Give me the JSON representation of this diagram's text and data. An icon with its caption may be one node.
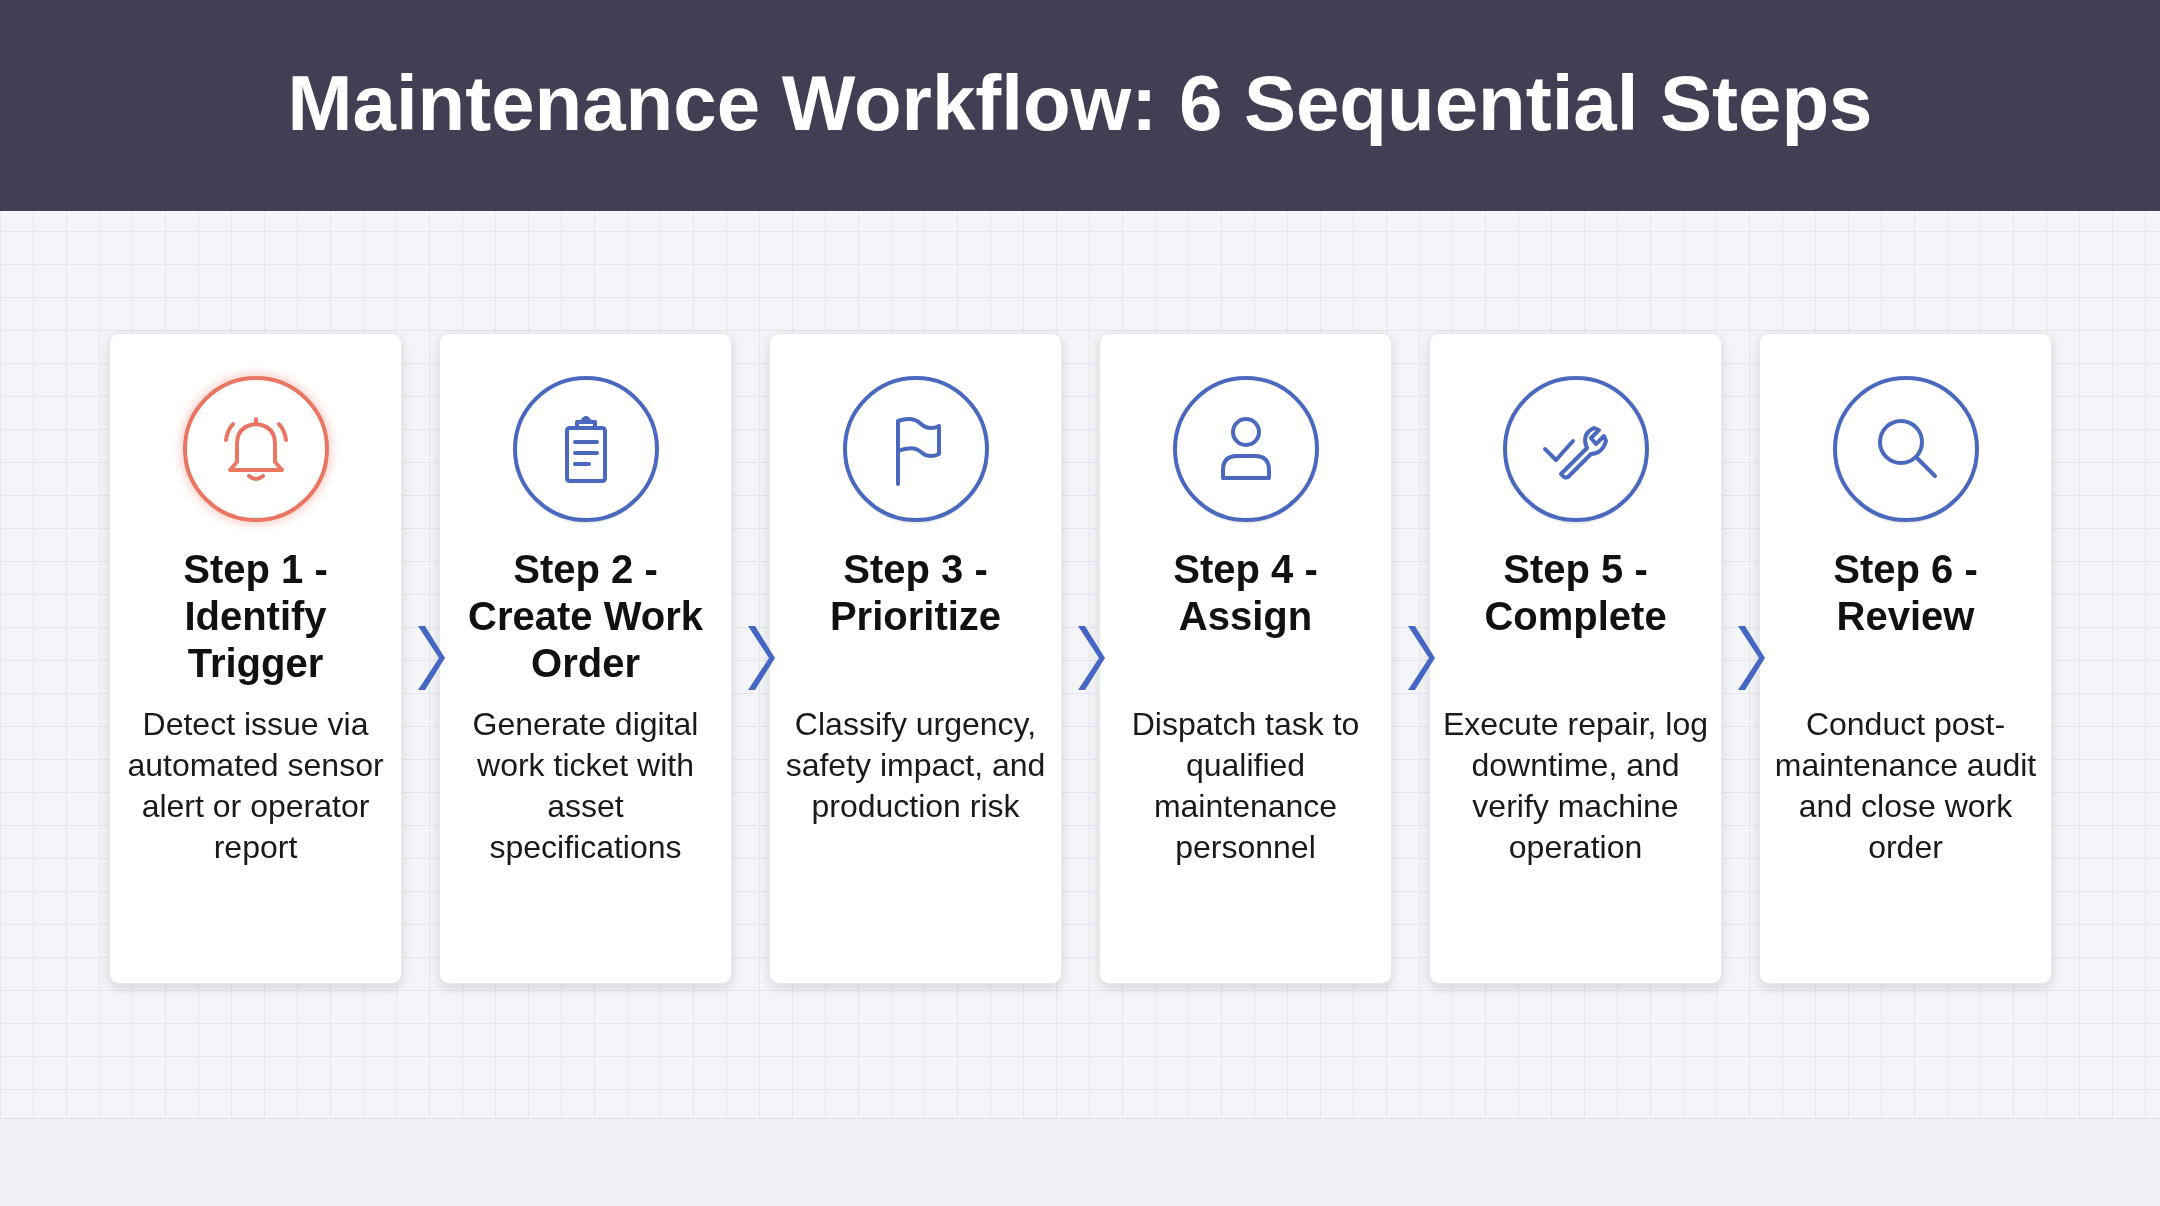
{
  "diagram": {
    "title": "Maintenance Workflow: 6 Sequential Steps",
    "nodes": [
      {
        "text": [
          "Step 1 - Identify Trigger",
          "Detect issue via automated sensor alert or operator report"
        ]
      },
      {
        "text": [
          "Step 2 - Create Work Order",
          "Generate digital work ticket with asset specifications"
        ]
      },
      {
        "text": [
          "Step 3 - Prioritize",
          "Classify urgency, safety impact, and production risk"
        ]
      },
      {
        "text": [
          "Step 4 - Assign",
          "Dispatch task to qualified maintenance personnel"
        ]
      },
      {
        "text": [
          "Step 5 - Complete",
          "Execute repair, log downtime, and verify machine operation"
        ]
      },
      {
        "text": [
          "Step 6 - Review",
          "Conduct post-maintenance audit and close work order"
        ]
      }
    ],
    "edges": [
      {
        "from": 0,
        "to": 1,
        "arrow": "to"
      },
      {
        "from": 1,
        "to": 2,
        "arrow": "to"
      },
      {
        "from": 2,
        "to": 3,
        "arrow": "to"
      },
      {
        "from": 3,
        "to": 4,
        "arrow": "to"
      },
      {
        "from": 4,
        "to": 5,
        "arrow": "to"
      }
    ]
  }
}
